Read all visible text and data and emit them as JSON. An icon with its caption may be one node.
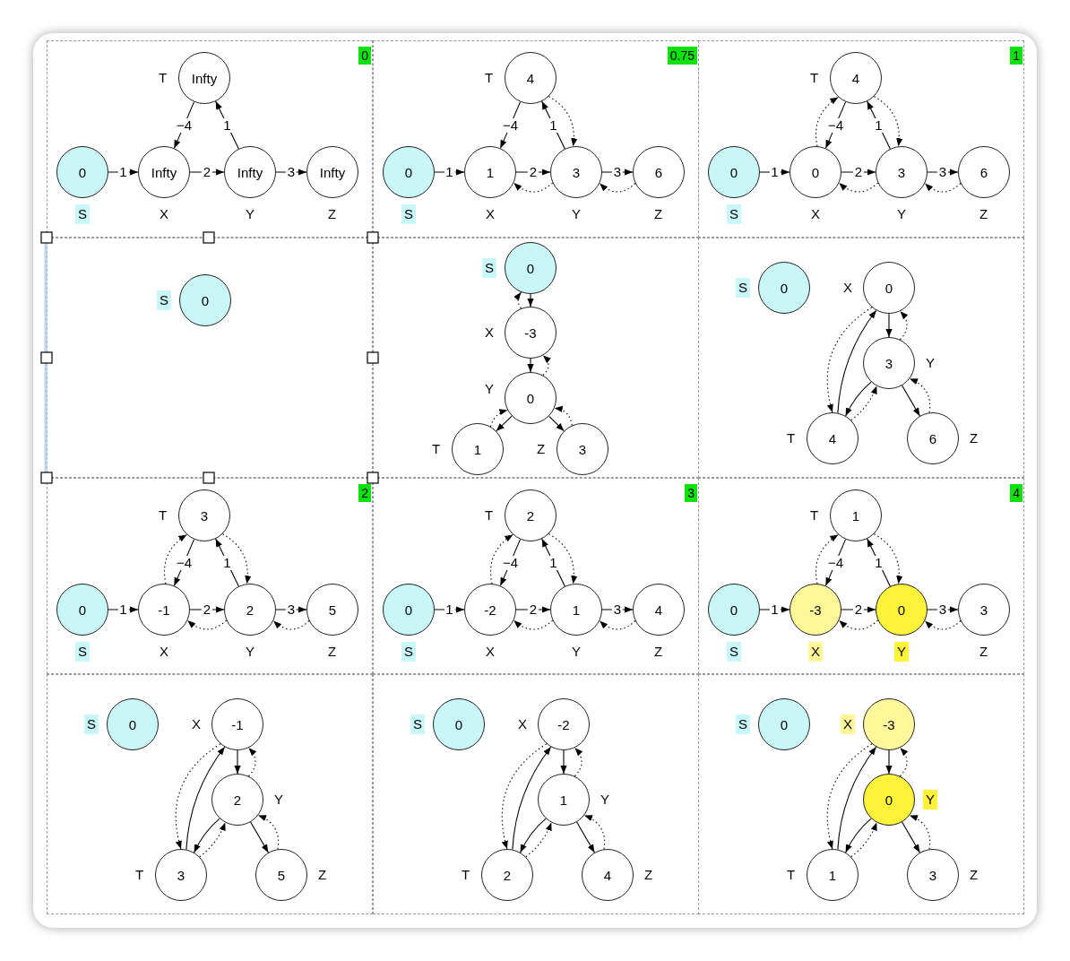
{
  "diagram": {
    "nodes": [
      {
        "text": [
          "0"
        ]
      },
      {
        "text": [
          "Infty"
        ],
        "beside": [
          "T"
        ],
        "in": 0
      },
      {
        "text": [
          "0"
        ],
        "beside": [
          "S"
        ],
        "in": 0
      },
      {
        "text": [
          "Infty"
        ],
        "beside": [
          "X"
        ],
        "in": 0
      },
      {
        "text": [
          "Infty"
        ],
        "beside": [
          "Y"
        ],
        "in": 0
      },
      {
        "text": [
          "Infty"
        ],
        "beside": [
          "Z"
        ],
        "in": 0
      },
      {
        "text": [
          "0.75"
        ]
      },
      {
        "text": [
          "4"
        ],
        "beside": [
          "T"
        ],
        "in": 6
      },
      {
        "text": [
          "0"
        ],
        "beside": [
          "S"
        ],
        "in": 6
      },
      {
        "text": [
          "1"
        ],
        "beside": [
          "X"
        ],
        "in": 6
      },
      {
        "text": [
          "3"
        ],
        "beside": [
          "Y"
        ],
        "in": 6
      },
      {
        "text": [
          "6"
        ],
        "beside": [
          "Z"
        ],
        "in": 6
      },
      {
        "text": [
          "1"
        ]
      },
      {
        "text": [
          "4"
        ],
        "beside": [
          "T"
        ],
        "in": 12
      },
      {
        "text": [
          "0"
        ],
        "beside": [
          "S"
        ],
        "in": 12
      },
      {
        "text": [
          "0"
        ],
        "beside": [
          "X"
        ],
        "in": 12
      },
      {
        "text": [
          "3"
        ],
        "beside": [
          "Y"
        ],
        "in": 12
      },
      {
        "text": [
          "6"
        ],
        "beside": [
          "Z"
        ],
        "in": 12
      },
      {
        "text": [],
        "shape": "box"
      },
      {
        "text": [
          "0"
        ],
        "beside": [
          "S"
        ],
        "in": 18
      },
      {
        "text": [],
        "shape": "box"
      },
      {
        "text": [
          "0"
        ],
        "beside": [
          "S"
        ],
        "in": 20
      },
      {
        "text": [
          "-3"
        ],
        "beside": [
          "X"
        ],
        "in": 20
      },
      {
        "text": [
          "0"
        ],
        "beside": [
          "Y"
        ],
        "in": 20
      },
      {
        "text": [
          "1"
        ],
        "beside": [
          "T"
        ],
        "in": 20
      },
      {
        "text": [
          "3"
        ],
        "beside": [
          "Z"
        ],
        "in": 20
      },
      {
        "text": [],
        "shape": "box"
      },
      {
        "text": [
          "0"
        ],
        "beside": [
          "S"
        ],
        "in": 26
      },
      {
        "text": [
          "0"
        ],
        "beside": [
          "X"
        ],
        "in": 26
      },
      {
        "text": [
          "3"
        ],
        "beside": [
          "Y"
        ],
        "in": 26
      },
      {
        "text": [
          "4"
        ],
        "beside": [
          "T"
        ],
        "in": 26
      },
      {
        "text": [
          "6"
        ],
        "beside": [
          "Z"
        ],
        "in": 26
      },
      {
        "text": [
          "2"
        ]
      },
      {
        "text": [
          "3"
        ],
        "beside": [
          "T"
        ],
        "in": 32
      },
      {
        "text": [
          "0"
        ],
        "beside": [
          "S"
        ],
        "in": 32
      },
      {
        "text": [
          "-1"
        ],
        "beside": [
          "X"
        ],
        "in": 32
      },
      {
        "text": [
          "2"
        ],
        "beside": [
          "Y"
        ],
        "in": 32
      },
      {
        "text": [
          "5"
        ],
        "beside": [
          "Z"
        ],
        "in": 32
      },
      {
        "text": [
          "3"
        ]
      },
      {
        "text": [
          "2"
        ],
        "beside": [
          "T"
        ],
        "in": 38
      },
      {
        "text": [
          "0"
        ],
        "beside": [
          "S"
        ],
        "in": 38
      },
      {
        "text": [
          "-2"
        ],
        "beside": [
          "X"
        ],
        "in": 38
      },
      {
        "text": [
          "1"
        ],
        "beside": [
          "Y"
        ],
        "in": 38
      },
      {
        "text": [
          "4"
        ],
        "beside": [
          "Z"
        ],
        "in": 38
      },
      {
        "text": [
          "4"
        ]
      },
      {
        "text": [
          "1"
        ],
        "beside": [
          "T"
        ],
        "in": 44
      },
      {
        "text": [
          "0"
        ],
        "beside": [
          "S"
        ],
        "in": 44
      },
      {
        "text": [
          "-3"
        ],
        "beside": [
          "X"
        ],
        "in": 44
      },
      {
        "text": [
          "0"
        ],
        "beside": [
          "Y"
        ],
        "in": 44
      },
      {
        "text": [
          "3"
        ],
        "beside": [
          "Z"
        ],
        "in": 44
      },
      {
        "text": [],
        "shape": "box"
      },
      {
        "text": [
          "0"
        ],
        "beside": [
          "S"
        ],
        "in": 50
      },
      {
        "text": [
          "-1"
        ],
        "beside": [
          "X"
        ],
        "in": 50
      },
      {
        "text": [
          "2"
        ],
        "beside": [
          "Y"
        ],
        "in": 50
      },
      {
        "text": [
          "3"
        ],
        "beside": [
          "T"
        ],
        "in": 50
      },
      {
        "text": [
          "5"
        ],
        "beside": [
          "Z"
        ],
        "in": 50
      },
      {
        "text": [],
        "shape": "box"
      },
      {
        "text": [
          "0"
        ],
        "beside": [
          "S"
        ],
        "in": 56
      },
      {
        "text": [
          "-2"
        ],
        "beside": [
          "X"
        ],
        "in": 56
      },
      {
        "text": [
          "1"
        ],
        "beside": [
          "Y"
        ],
        "in": 56
      },
      {
        "text": [
          "2"
        ],
        "beside": [
          "T"
        ],
        "in": 56
      },
      {
        "text": [
          "4"
        ],
        "beside": [
          "Z"
        ],
        "in": 56
      },
      {
        "text": [],
        "shape": "box"
      },
      {
        "text": [
          "0"
        ],
        "beside": [
          "S"
        ],
        "in": 62
      },
      {
        "text": [
          "-3"
        ],
        "beside": [
          "X"
        ],
        "in": 62
      },
      {
        "text": [
          "0"
        ],
        "beside": [
          "Y"
        ],
        "in": 62
      },
      {
        "text": [
          "1"
        ],
        "beside": [
          "T"
        ],
        "in": 62
      },
      {
        "text": [
          "3"
        ],
        "beside": [
          "Z"
        ],
        "in": 62
      }
    ],
    "edges": [
      {
        "from": 2,
        "to": 3,
        "arrow": "to",
        "label": "1"
      },
      {
        "from": 3,
        "to": 4,
        "arrow": "to",
        "label": "2"
      },
      {
        "from": 4,
        "to": 5,
        "arrow": "to",
        "label": "3"
      },
      {
        "from": 1,
        "to": 3,
        "arrow": "to",
        "label": "−4"
      },
      {
        "from": 4,
        "to": 1,
        "arrow": "to",
        "label": "1"
      },
      {
        "from": 8,
        "to": 9,
        "arrow": "to",
        "label": "1"
      },
      {
        "from": 9,
        "to": 10,
        "arrow": "to",
        "label": "2"
      },
      {
        "from": 10,
        "to": 11,
        "arrow": "to",
        "label": "3"
      },
      {
        "from": 7,
        "to": 9,
        "arrow": "to",
        "label": "−4"
      },
      {
        "from": 10,
        "to": 7,
        "arrow": "to",
        "label": "1"
      },
      {
        "from": 7,
        "to": 10,
        "arrow": "to",
        "style": "dashed"
      },
      {
        "from": 10,
        "to": 9,
        "arrow": "to",
        "style": "dashed"
      },
      {
        "from": 11,
        "to": 10,
        "arrow": "to",
        "style": "dashed"
      },
      {
        "from": 14,
        "to": 15,
        "arrow": "to",
        "label": "1"
      },
      {
        "from": 15,
        "to": 16,
        "arrow": "to",
        "label": "2"
      },
      {
        "from": 16,
        "to": 17,
        "arrow": "to",
        "label": "3"
      },
      {
        "from": 13,
        "to": 15,
        "arrow": "to",
        "label": "−4"
      },
      {
        "from": 16,
        "to": 13,
        "arrow": "to",
        "label": "1"
      },
      {
        "from": 15,
        "to": 13,
        "arrow": "to",
        "style": "dashed"
      },
      {
        "from": 13,
        "to": 16,
        "arrow": "to",
        "style": "dashed"
      },
      {
        "from": 16,
        "to": 15,
        "arrow": "to",
        "style": "dashed"
      },
      {
        "from": 17,
        "to": 16,
        "arrow": "to",
        "style": "dashed"
      },
      {
        "from": 21,
        "to": 22,
        "arrow": "to"
      },
      {
        "from": 22,
        "to": 23,
        "arrow": "to"
      },
      {
        "from": 23,
        "to": 24,
        "arrow": "to"
      },
      {
        "from": 23,
        "to": 25,
        "arrow": "to"
      },
      {
        "from": 22,
        "to": 21,
        "arrow": "to",
        "style": "dashed"
      },
      {
        "from": 23,
        "to": 22,
        "arrow": "to",
        "style": "dashed"
      },
      {
        "from": 24,
        "to": 23,
        "arrow": "to",
        "style": "dashed"
      },
      {
        "from": 25,
        "to": 23,
        "arrow": "to",
        "style": "dashed"
      },
      {
        "from": 28,
        "to": 29,
        "arrow": "to"
      },
      {
        "from": 29,
        "to": 30,
        "arrow": "to"
      },
      {
        "from": 29,
        "to": 31,
        "arrow": "to"
      },
      {
        "from": 30,
        "to": 28,
        "arrow": "to"
      },
      {
        "from": 28,
        "to": 30,
        "arrow": "to",
        "style": "dashed"
      },
      {
        "from": 29,
        "to": 28,
        "arrow": "to",
        "style": "dashed"
      },
      {
        "from": 30,
        "to": 29,
        "arrow": "to",
        "style": "dashed"
      },
      {
        "from": 31,
        "to": 29,
        "arrow": "to",
        "style": "dashed"
      },
      {
        "from": 34,
        "to": 35,
        "arrow": "to",
        "label": "1"
      },
      {
        "from": 35,
        "to": 36,
        "arrow": "to",
        "label": "2"
      },
      {
        "from": 36,
        "to": 37,
        "arrow": "to",
        "label": "3"
      },
      {
        "from": 33,
        "to": 35,
        "arrow": "to",
        "label": "−4"
      },
      {
        "from": 36,
        "to": 33,
        "arrow": "to",
        "label": "1"
      },
      {
        "from": 35,
        "to": 33,
        "arrow": "to",
        "style": "dashed"
      },
      {
        "from": 33,
        "to": 36,
        "arrow": "to",
        "style": "dashed"
      },
      {
        "from": 36,
        "to": 35,
        "arrow": "to",
        "style": "dashed"
      },
      {
        "from": 37,
        "to": 36,
        "arrow": "to",
        "style": "dashed"
      },
      {
        "from": 40,
        "to": 41,
        "arrow": "to",
        "label": "1"
      },
      {
        "from": 41,
        "to": 42,
        "arrow": "to",
        "label": "2"
      },
      {
        "from": 42,
        "to": 43,
        "arrow": "to",
        "label": "3"
      },
      {
        "from": 39,
        "to": 41,
        "arrow": "to",
        "label": "−4"
      },
      {
        "from": 42,
        "to": 39,
        "arrow": "to",
        "label": "1"
      },
      {
        "from": 41,
        "to": 39,
        "arrow": "to",
        "style": "dashed"
      },
      {
        "from": 39,
        "to": 42,
        "arrow": "to",
        "style": "dashed"
      },
      {
        "from": 42,
        "to": 41,
        "arrow": "to",
        "style": "dashed"
      },
      {
        "from": 43,
        "to": 42,
        "arrow": "to",
        "style": "dashed"
      },
      {
        "from": 46,
        "to": 47,
        "arrow": "to",
        "label": "1"
      },
      {
        "from": 47,
        "to": 48,
        "arrow": "to",
        "label": "2"
      },
      {
        "from": 48,
        "to": 49,
        "arrow": "to",
        "label": "3"
      },
      {
        "from": 45,
        "to": 47,
        "arrow": "to",
        "label": "−4"
      },
      {
        "from": 48,
        "to": 45,
        "arrow": "to",
        "label": "1"
      },
      {
        "from": 47,
        "to": 45,
        "arrow": "to",
        "style": "dashed"
      },
      {
        "from": 45,
        "to": 48,
        "arrow": "to",
        "style": "dashed"
      },
      {
        "from": 48,
        "to": 47,
        "arrow": "to",
        "style": "dashed"
      },
      {
        "from": 49,
        "to": 48,
        "arrow": "to",
        "style": "dashed"
      },
      {
        "from": 52,
        "to": 53,
        "arrow": "to"
      },
      {
        "from": 53,
        "to": 54,
        "arrow": "to"
      },
      {
        "from": 53,
        "to": 55,
        "arrow": "to"
      },
      {
        "from": 54,
        "to": 52,
        "arrow": "to"
      },
      {
        "from": 52,
        "to": 54,
        "arrow": "to",
        "style": "dashed"
      },
      {
        "from": 53,
        "to": 52,
        "arrow": "to",
        "style": "dashed"
      },
      {
        "from": 54,
        "to": 53,
        "arrow": "to",
        "style": "dashed"
      },
      {
        "from": 55,
        "to": 53,
        "arrow": "to",
        "style": "dashed"
      },
      {
        "from": 58,
        "to": 59,
        "arrow": "to"
      },
      {
        "from": 59,
        "to": 60,
        "arrow": "to"
      },
      {
        "from": 59,
        "to": 61,
        "arrow": "to"
      },
      {
        "from": 60,
        "to": 58,
        "arrow": "to"
      },
      {
        "from": 58,
        "to": 60,
        "arrow": "to",
        "style": "dashed"
      },
      {
        "from": 59,
        "to": 58,
        "arrow": "to",
        "style": "dashed"
      },
      {
        "from": 60,
        "to": 59,
        "arrow": "to",
        "style": "dashed"
      },
      {
        "from": 61,
        "to": 59,
        "arrow": "to",
        "style": "dashed"
      },
      {
        "from": 64,
        "to": 65,
        "arrow": "to"
      },
      {
        "from": 65,
        "to": 66,
        "arrow": "to"
      },
      {
        "from": 65,
        "to": 67,
        "arrow": "to"
      },
      {
        "from": 66,
        "to": 64,
        "arrow": "to"
      },
      {
        "from": 64,
        "to": 66,
        "arrow": "to",
        "style": "dashed"
      },
      {
        "from": 65,
        "to": 64,
        "arrow": "to",
        "style": "dashed"
      },
      {
        "from": 66,
        "to": 65,
        "arrow": "to",
        "style": "dashed"
      },
      {
        "from": 67,
        "to": 65,
        "arrow": "to",
        "style": "dashed"
      }
    ]
  }
}
